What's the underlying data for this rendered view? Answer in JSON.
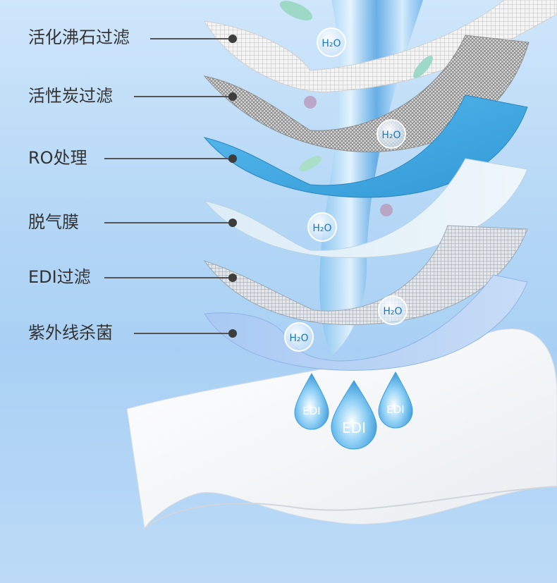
{
  "layers": [
    {
      "label": "活化沸石过滤"
    },
    {
      "label": "活性炭过滤"
    },
    {
      "label": "RO处理"
    },
    {
      "label": "脱气膜"
    },
    {
      "label": "EDI过滤"
    },
    {
      "label": "紫外线杀菌"
    }
  ],
  "bubbles": [
    {
      "text": "H₂O"
    },
    {
      "text": "H₂O"
    },
    {
      "text": "H₂O"
    },
    {
      "text": "H₂O"
    },
    {
      "text": "H₂O"
    }
  ],
  "drops": [
    {
      "text": "EDI"
    },
    {
      "text": "EDI"
    },
    {
      "text": "EDI"
    }
  ],
  "colors": {
    "text": "#333333",
    "ro_layer": "#3aa6de",
    "water": "#5aa9e6",
    "sheet": "#f7f8fa"
  }
}
